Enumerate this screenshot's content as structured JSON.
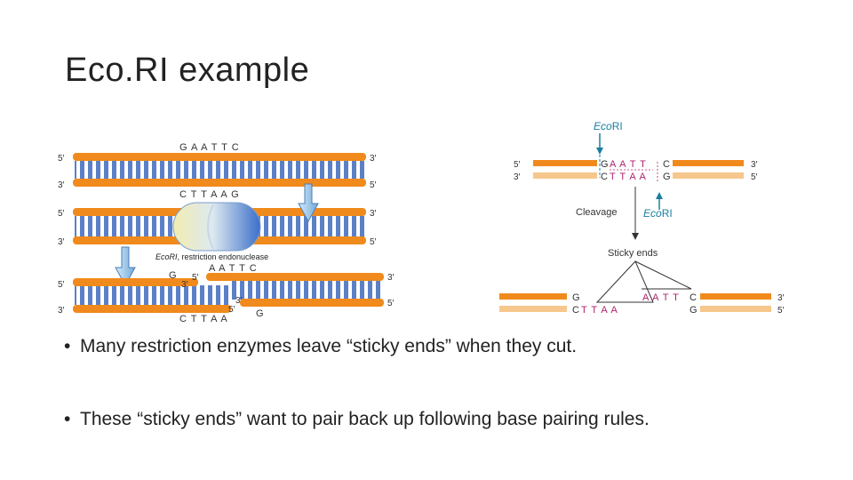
{
  "slide": {
    "title": "Eco.RI example",
    "bullets": [
      "Many restriction enzymes leave “sticky ends” when they cut.",
      "These “sticky ends” want to pair back up following base pairing rules."
    ]
  },
  "left_diagram": {
    "top_seq": "G A A T T C",
    "bottom_seq": "C T T A A G",
    "enzyme_label_italic": "EcoRI",
    "enzyme_label_rest": ", restriction endonuclease",
    "cut_top_left": "G",
    "cut_top_right": "A A T T C",
    "cut_bottom_left": "C T T A A",
    "cut_bottom_right": "G",
    "prime5": "5′",
    "prime3": "3′"
  },
  "right_diagram": {
    "enzyme_name_italic": "Eco",
    "enzyme_name_rest": "RI",
    "top_G": "G",
    "top_AATT": "A A T T",
    "top_C": "C",
    "bottom_C": "C",
    "bottom_TTAA": "T T A A",
    "bottom_G": "G",
    "cleavage": "Cleavage",
    "sticky_ends": "Sticky ends",
    "prime5": "5′",
    "prime3": "3′",
    "colors": {
      "orange": "#f08a1c",
      "light_orange": "#f6c78c",
      "magenta": "#b0206c",
      "teal": "#1a7fa0"
    }
  }
}
